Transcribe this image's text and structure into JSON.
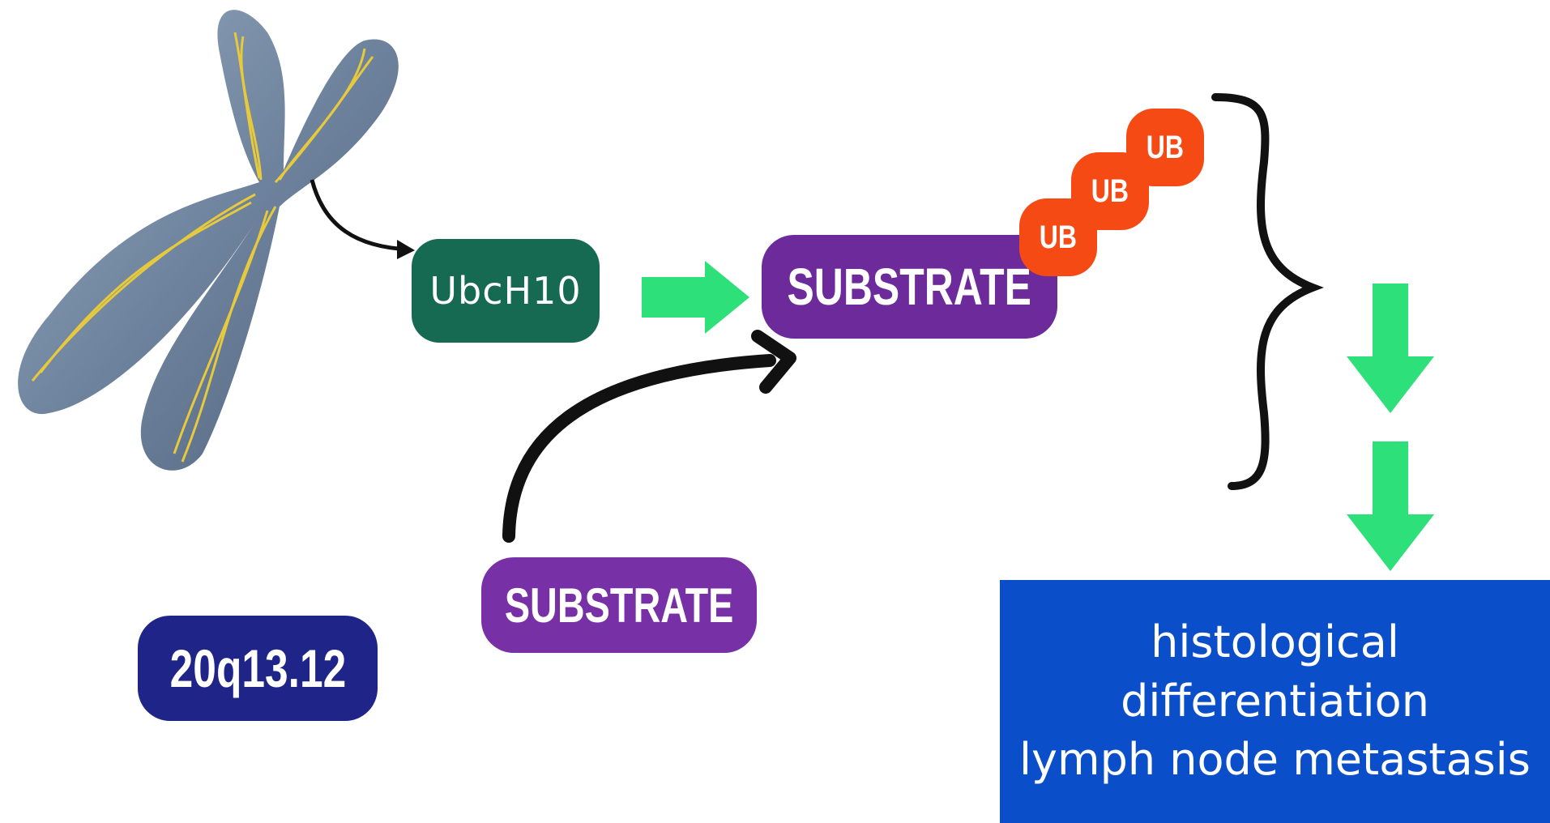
{
  "diagram": {
    "nodes": {
      "gene": {
        "label": "UbcH10",
        "color": "#176a52"
      },
      "substrate_bound": {
        "label": "SUBSTRATE",
        "color": "#6d2a9b"
      },
      "substrate_free": {
        "label": "SUBSTRATE",
        "color": "#7730a5"
      },
      "locus": {
        "label": "20q13.12",
        "color": "#1e2488"
      }
    },
    "ubiquitin_chain": {
      "color": "#f54a14",
      "tags": [
        "UB",
        "UB",
        "UB"
      ]
    },
    "outcome": {
      "color": "#0b4ec9",
      "lines": [
        "histological",
        "differentiation",
        "lymph node metastasis"
      ]
    },
    "chromosome_image": {
      "description_icon": "chromosome-icon"
    },
    "arrow_color": "#2de07a"
  }
}
